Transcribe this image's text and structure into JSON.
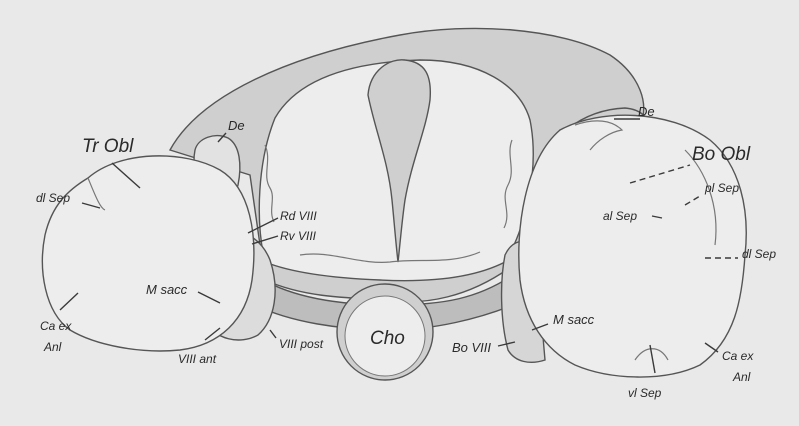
{
  "labels": {
    "tr_obl": "Tr Obl",
    "bo_obl": "Bo Obl",
    "de_left": "De",
    "de_right": "De",
    "dl_sep_left": "dl Sep",
    "dl_sep_right": "dl Sep",
    "pl_sep": "pl Sep",
    "al_sep": "al Sep",
    "rd_viii": "Rd VIII",
    "rv_viii": "Rv VIII",
    "m_sacc_left": "M sacc",
    "m_sacc_right": "M sacc",
    "ca_ex_left": "Ca ex",
    "anl_left": "Anl",
    "ca_ex_right": "Ca ex",
    "anl_right": "Anl",
    "viii_ant": "VIII ant",
    "viii_post": "VIII post",
    "cho": "Cho",
    "bo_viii": "Bo VIII",
    "vl_sep": "vl Sep"
  },
  "colors": {
    "background": "#e9e9e9",
    "capsule_fill": "#ededed",
    "shade": "#cfcfcf",
    "deep_shade": "#bdbdbd",
    "outline": "#555555",
    "ink": "#2a2a2a"
  }
}
